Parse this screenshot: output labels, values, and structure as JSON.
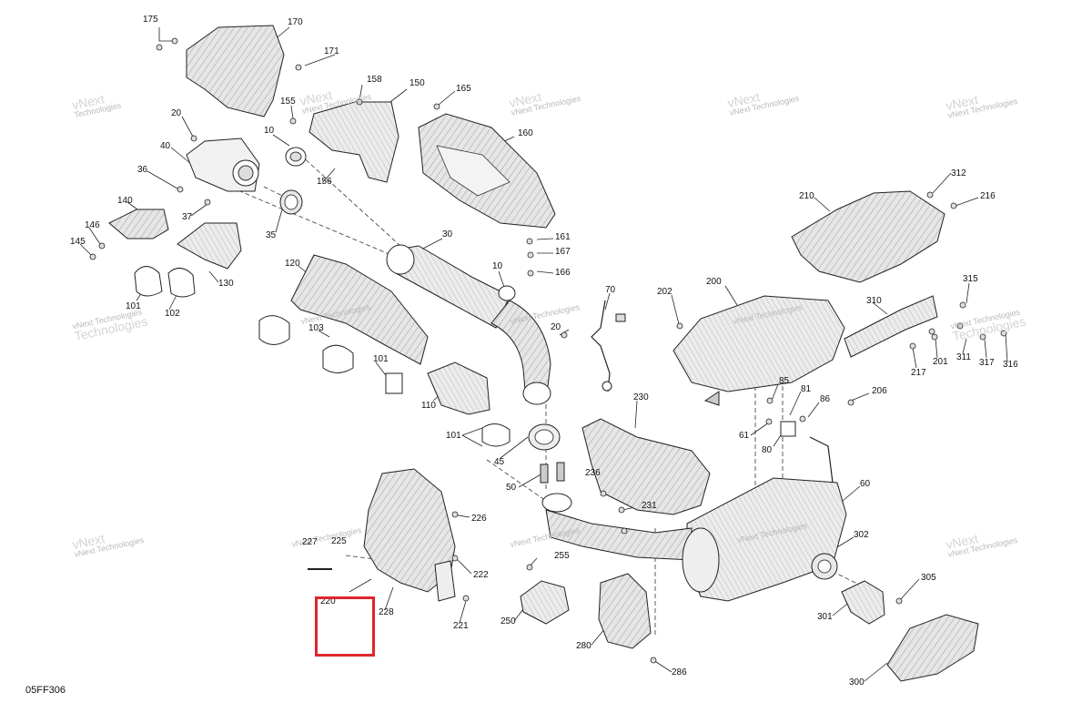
{
  "diagram": {
    "doc_code": "05FF306",
    "watermark": {
      "line1": "vNext",
      "line2": "Technologies",
      "line3": "vNext Technologies"
    },
    "part_labels": [
      "175",
      "170",
      "171",
      "158",
      "150",
      "165",
      "155",
      "20",
      "10",
      "160",
      "40",
      "36",
      "156",
      "37",
      "140",
      "146",
      "145",
      "130",
      "35",
      "30",
      "161",
      "167",
      "166",
      "10",
      "120",
      "101",
      "102",
      "70",
      "202",
      "200",
      "310",
      "315",
      "103",
      "20",
      "311",
      "217",
      "201",
      "317",
      "316",
      "101",
      "85",
      "81",
      "86",
      "206",
      "110",
      "230",
      "61",
      "80",
      "101",
      "45",
      "236",
      "50",
      "60",
      "231",
      "226",
      "227",
      "225",
      "255",
      "222",
      "302",
      "305",
      "220",
      "228",
      "221",
      "250",
      "301",
      "280",
      "286",
      "300",
      "210",
      "312",
      "216"
    ],
    "highlight_color": "#e0262d"
  }
}
